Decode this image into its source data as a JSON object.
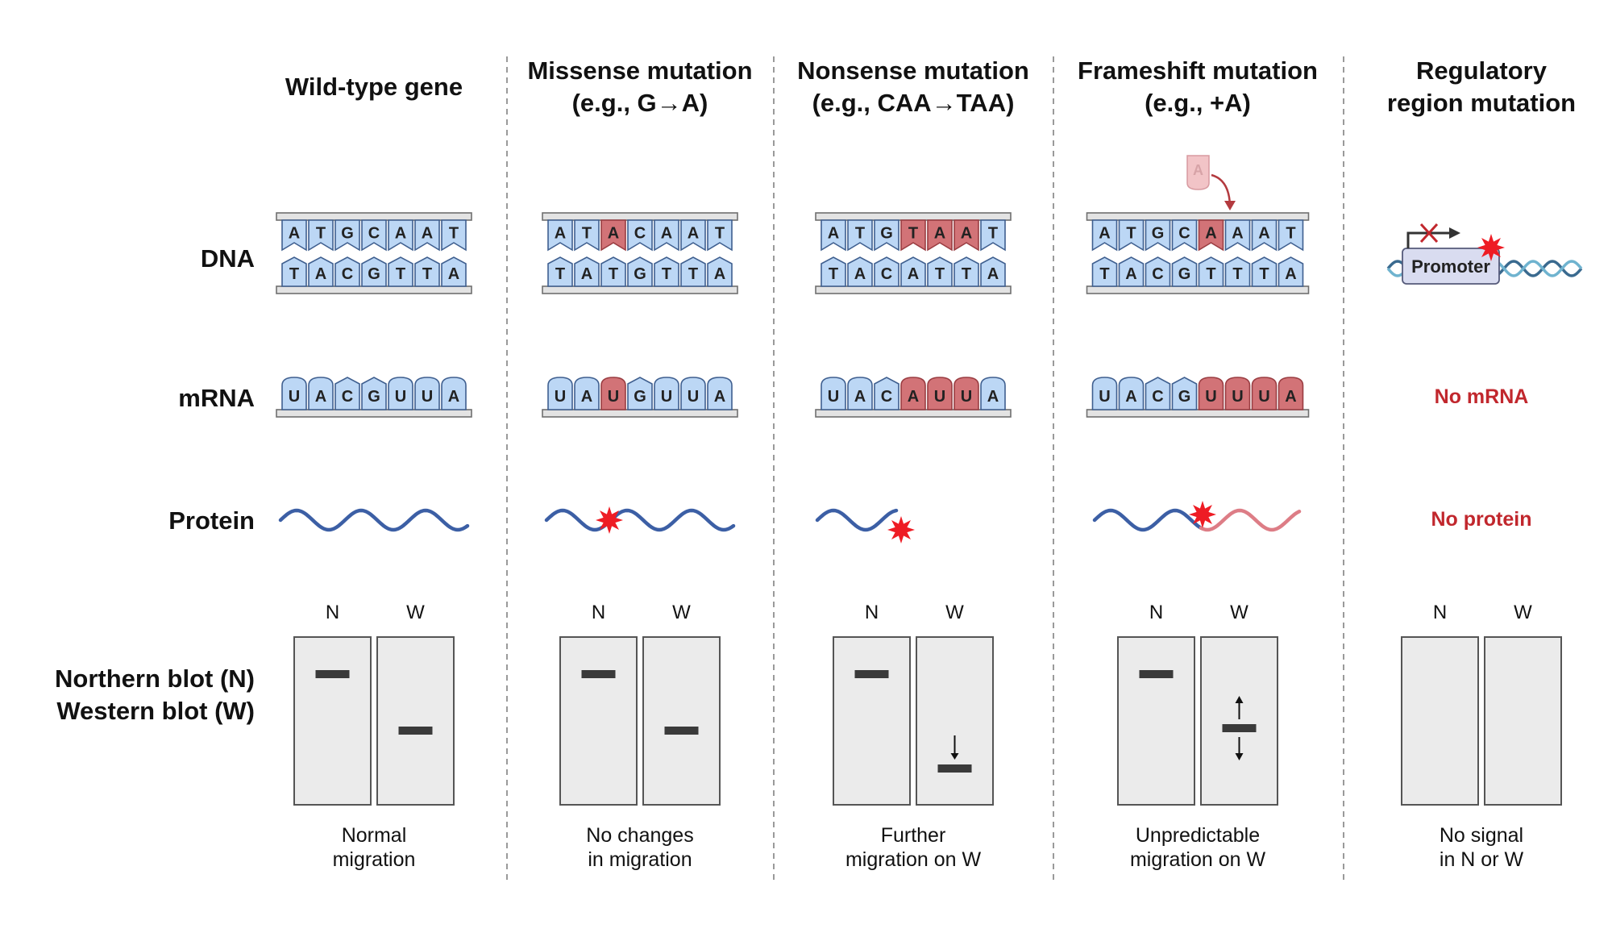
{
  "colors": {
    "base_fill": "#bcd7f5",
    "base_stroke": "#3f5f8f",
    "mut_fill": "#d27377",
    "mut_stroke": "#9a3d42",
    "rail_fill": "#e3e3e3",
    "rail_stroke": "#6f6f6f",
    "protein_blue": "#3c5fa5",
    "protein_pink": "#dd7d86",
    "star_red": "#ee1c24",
    "label_red": "#c1272d",
    "gel_fill": "#ebebeb",
    "gel_stroke": "#555555",
    "band": "#3a3a3a",
    "divider": "#9a9a9a"
  },
  "row_labels": {
    "dna": "DNA",
    "mrna": "mRNA",
    "protein": "Protein",
    "blot_line1": "Northern blot (N)",
    "blot_line2": "Western blot (W)"
  },
  "lane_labels": {
    "n": "N",
    "w": "W"
  },
  "columns": [
    {
      "title": [
        "Wild-type gene"
      ],
      "dna_top": [
        "A",
        "T",
        "G",
        "C",
        "A",
        "A",
        "T"
      ],
      "dna_bottom": [
        "T",
        "A",
        "C",
        "G",
        "T",
        "T",
        "A"
      ],
      "dna_top_mut": [],
      "mrna": [
        "U",
        "A",
        "C",
        "G",
        "U",
        "U",
        "A"
      ],
      "mrna_mut": [],
      "protein": "normal",
      "caption": [
        "Normal",
        "migration"
      ]
    },
    {
      "title": [
        "Missense mutation",
        "(e.g., G→A)"
      ],
      "dna_top": [
        "A",
        "T",
        "A",
        "C",
        "A",
        "A",
        "T"
      ],
      "dna_bottom": [
        "T",
        "A",
        "T",
        "G",
        "T",
        "T",
        "A"
      ],
      "dna_top_mut": [
        2
      ],
      "mrna": [
        "U",
        "A",
        "U",
        "G",
        "U",
        "U",
        "A"
      ],
      "mrna_mut": [
        2
      ],
      "protein": "point-change",
      "caption": [
        "No changes",
        "in migration"
      ]
    },
    {
      "title": [
        "Nonsense mutation",
        "(e.g., CAA→TAA)"
      ],
      "dna_top": [
        "A",
        "T",
        "G",
        "T",
        "A",
        "A",
        "T"
      ],
      "dna_bottom": [
        "T",
        "A",
        "C",
        "A",
        "T",
        "T",
        "A"
      ],
      "dna_top_mut": [
        3,
        4,
        5
      ],
      "mrna": [
        "U",
        "A",
        "C",
        "A",
        "U",
        "U",
        "A"
      ],
      "mrna_mut": [
        3,
        4,
        5
      ],
      "protein": "truncated",
      "caption": [
        "Further",
        "migration on W"
      ]
    },
    {
      "title": [
        "Frameshift mutation",
        "(e.g., +A)"
      ],
      "inserted_base": "A",
      "dna_top": [
        "A",
        "T",
        "G",
        "C",
        "A",
        "A",
        "A",
        "T"
      ],
      "dna_bottom": [
        "T",
        "A",
        "C",
        "G",
        "T",
        "T",
        "T",
        "A"
      ],
      "dna_top_mut": [
        4
      ],
      "mrna": [
        "U",
        "A",
        "C",
        "G",
        "U",
        "U",
        "U",
        "A"
      ],
      "mrna_mut": [
        4,
        5,
        6,
        7
      ],
      "protein": "frameshift",
      "caption": [
        "Unpredictable",
        "migration on W"
      ]
    },
    {
      "title": [
        "Regulatory",
        "region mutation"
      ],
      "promoter_label": "Promoter",
      "no_mrna": "No mRNA",
      "no_protein": "No protein",
      "caption": [
        "No signal",
        "in N or W"
      ]
    }
  ]
}
